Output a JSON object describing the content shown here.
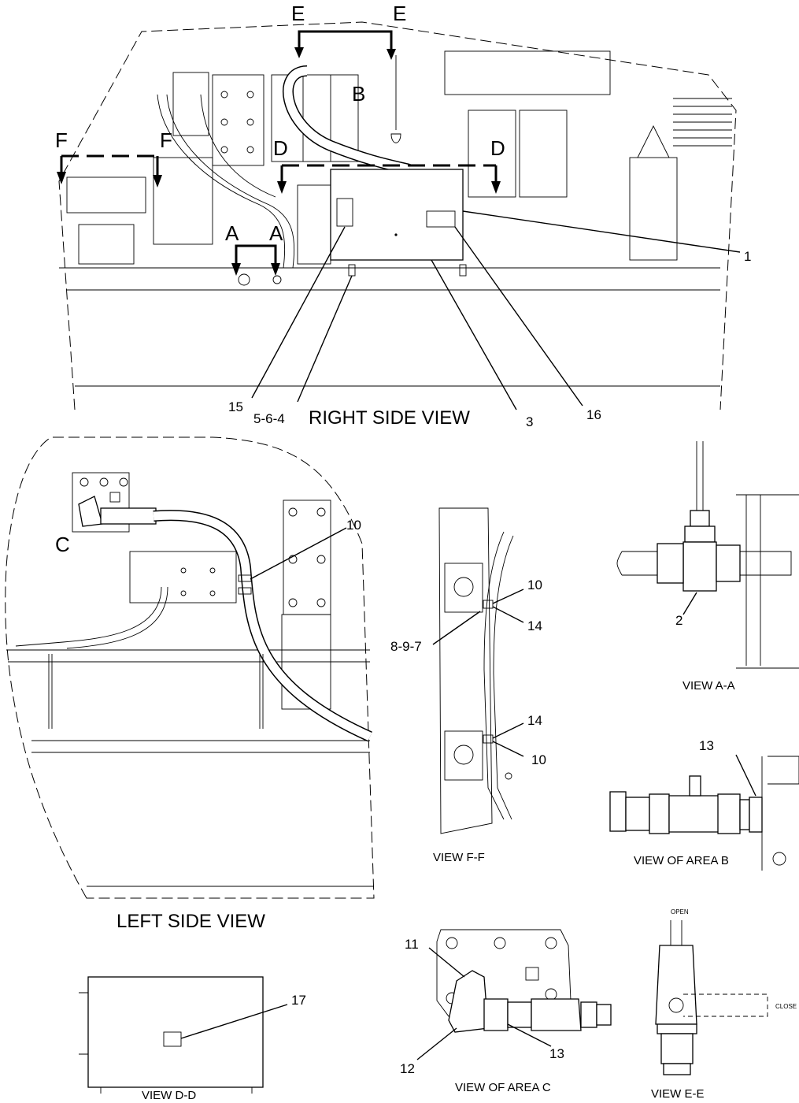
{
  "views": {
    "right_side": "RIGHT SIDE VIEW",
    "left_side": "LEFT SIDE VIEW",
    "view_aa": "VIEW A-A",
    "view_ff": "VIEW F-F",
    "view_area_b": "VIEW OF AREA B",
    "view_dd": "VIEW D-D",
    "view_area_c": "VIEW OF AREA C",
    "view_ee": "VIEW E-E"
  },
  "section_letters": {
    "e": "E",
    "f": "F",
    "d": "D",
    "a": "A",
    "b": "B",
    "c": "C"
  },
  "callouts": {
    "c1": "1",
    "c2": "2",
    "c3": "3",
    "c10": "10",
    "c11": "11",
    "c12": "12",
    "c13": "13",
    "c14": "14",
    "c15": "15",
    "c16": "16",
    "c17": "17",
    "c564": "5-6-4",
    "c897": "8-9-7"
  },
  "valve_labels": {
    "open": "OPEN",
    "close": "CLOSE"
  }
}
